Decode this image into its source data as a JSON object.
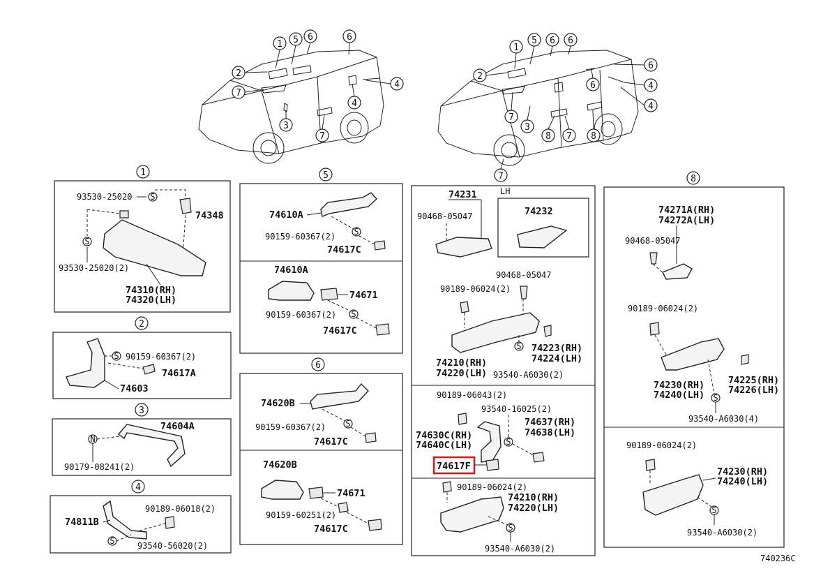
{
  "figure_code": "740236C",
  "callouts": {
    "c1": "1",
    "c2": "2",
    "c3": "3",
    "c4": "4",
    "c5": "5",
    "c6": "6",
    "c7": "7",
    "c8": "8"
  },
  "fasteners": {
    "S": "S",
    "N": "N"
  },
  "highlight_color": "#e0141e",
  "panel1": {
    "screw_top": "93530-25020",
    "clip": "74348",
    "screw_bottom": "93530-25020(2)",
    "visor_rh": "74310(RH)",
    "visor_lh": "74320(LH)"
  },
  "panel2": {
    "screw": "90159-60367(2)",
    "cover": "74617A",
    "grip": "74603"
  },
  "panel3": {
    "grip": "74604A",
    "nut": "90179-08241(2)"
  },
  "panel4": {
    "grip": "74811B",
    "clip": "90189-06018(2)",
    "screw": "93540-56020(2)"
  },
  "panel5": {
    "grip": "74610A",
    "screw": "90159-60367(2)",
    "cover": "74617C",
    "grip_b": "74610A",
    "bracket": "74671",
    "screw_b": "90159-60367(2)",
    "cover_b": "74617C"
  },
  "panel6": {
    "grip": "74620B",
    "screw": "90159-60367(2)",
    "cover": "74617C",
    "grip_b": "74620B",
    "bracket": "74671",
    "screw_b": "90159-60251(2)",
    "cover_b": "74617C"
  },
  "panel7": {
    "part_a": "74231",
    "lh": "LH",
    "part_b": "74232",
    "clip_a": "90468-05047",
    "clip_b": "90468-05047",
    "clip_c": "90189-06024(2)",
    "armrest_rh": "74210(RH)",
    "armrest_lh": "74220(LH)",
    "cover_rh": "74223(RH)",
    "cover_lh": "74224(LH)",
    "screw": "93540-A6030(2)",
    "clip_d": "90189-06043(2)",
    "screw_d": "93540-16025(2)",
    "bracket_rh": "74630C(RH)",
    "bracket_lh": "74640C(LH)",
    "cover2_rh": "74637(RH)",
    "cover2_lh": "74638(LH)",
    "highlighted": "74617F",
    "clip_e": "90189-06024(2)",
    "armrest2_rh": "74210(RH)",
    "armrest2_lh": "74220(LH)",
    "screw_e": "93540-A6030(2)"
  },
  "panel8": {
    "part_rh": "74271A(RH)",
    "part_lh": "74272A(LH)",
    "clip_a": "90468-05047",
    "clip_b": "90189-06024(2)",
    "armrest_rh": "74230(RH)",
    "armrest_lh": "74240(LH)",
    "cover_rh": "74225(RH)",
    "cover_lh": "74226(LH)",
    "screw": "93540-A6030(4)",
    "clip_c": "90189-06024(2)",
    "armrest2_rh": "74230(RH)",
    "armrest2_lh": "74240(LH)",
    "screw_c": "93540-A6030(2)"
  }
}
